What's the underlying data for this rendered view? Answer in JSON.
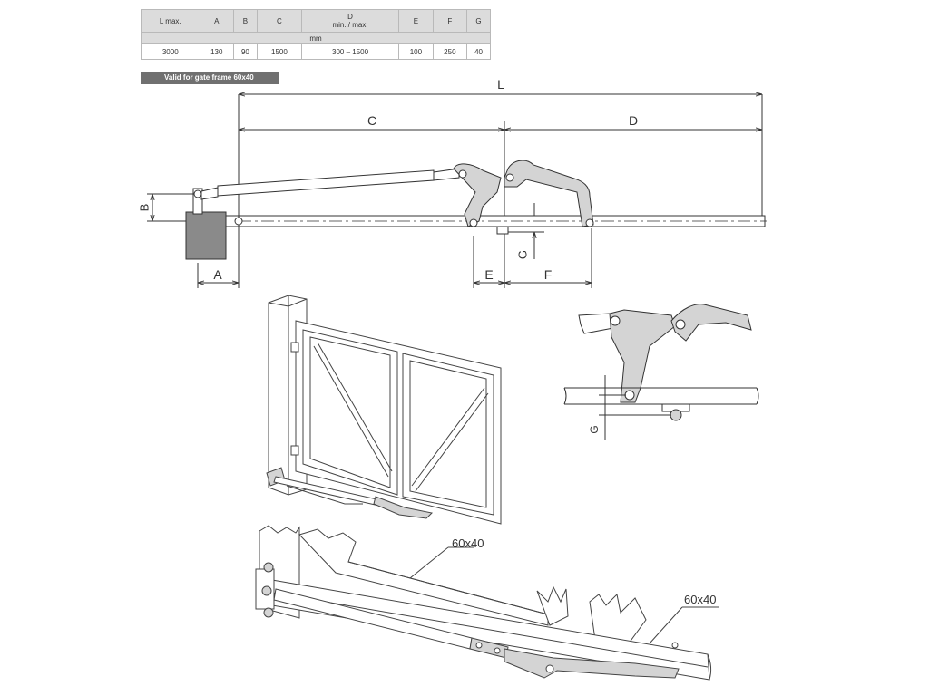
{
  "table": {
    "headers": [
      "L max.",
      "A",
      "B",
      "C",
      "D",
      "E",
      "F",
      "G"
    ],
    "header_d_line1": "D",
    "header_d_line2": "min. / max.",
    "unit": "mm",
    "values": [
      "3000",
      "130",
      "90",
      "1500",
      "300 – 1500",
      "100",
      "250",
      "40"
    ]
  },
  "note": "Valid for gate frame 60x40",
  "dimensions": {
    "L": "L",
    "C": "C",
    "D": "D",
    "A": "A",
    "B": "B",
    "E": "E",
    "F": "F",
    "G": "G",
    "G_detail": "G"
  },
  "callouts": {
    "frame_top": "60x40",
    "frame_bottom": "60x40"
  },
  "colors": {
    "part_fill": "#d4d4d4",
    "post_fill": "#8a8a8a",
    "line": "#333333",
    "table_header": "#dcdcdc",
    "note_bg": "#707070"
  }
}
